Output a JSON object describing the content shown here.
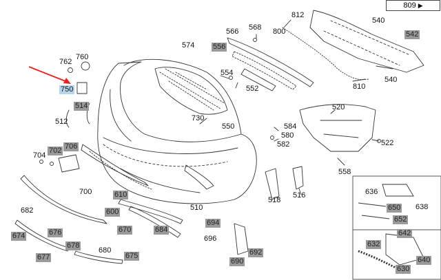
{
  "nav": {
    "page_label": "809",
    "arrow": "▶"
  },
  "labels": {
    "l812": "812",
    "l568": "568",
    "l800": "800",
    "l566": "566",
    "l540a": "540",
    "l542": "542",
    "l762": "762",
    "l760": "760",
    "l574": "574",
    "l556": "556",
    "l554": "554",
    "l552": "552",
    "l810": "810",
    "l540b": "540",
    "l750": "750",
    "l514": "514",
    "l520": "520",
    "l512": "512",
    "l730": "730",
    "l550": "550",
    "l584": "584",
    "l580": "580",
    "l582": "582",
    "l522": "522",
    "l704": "704",
    "l702": "702",
    "l706": "706",
    "l558": "558",
    "l636": "636",
    "l638": "638",
    "l700": "700",
    "l610": "610",
    "l518": "518",
    "l516": "516",
    "l510": "510",
    "l650": "650",
    "l652": "652",
    "l682": "682",
    "l600": "600",
    "l642": "642",
    "l674": "674",
    "l676": "676",
    "l694": "694",
    "l670": "670",
    "l684": "684",
    "l632": "632",
    "l696": "696",
    "l678": "678",
    "l680": "680",
    "l675": "675",
    "l692": "692",
    "l640": "640",
    "l677": "677",
    "l690": "690",
    "l630": "630"
  },
  "colors": {
    "arrow": "#e8231e",
    "grey_label": "#9a9a9a",
    "highlight": "#b7d4ea"
  }
}
